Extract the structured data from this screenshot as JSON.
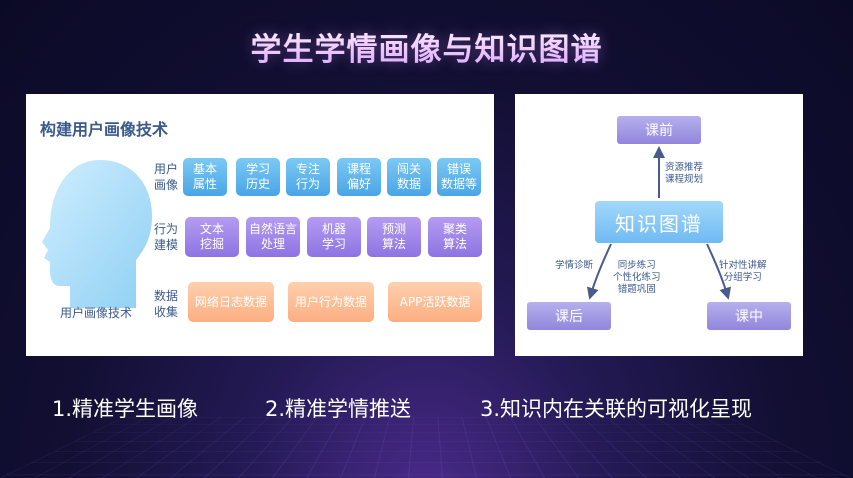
{
  "title": "学生学情画像与知识图谱",
  "left_panel": {
    "heading": "构建用户画像技术",
    "head_caption": "用户画像技术",
    "rows": [
      {
        "label": "用户\n画像",
        "items": [
          "基本\n属性",
          "学习\n历史",
          "专注\n行为",
          "课程\n偏好",
          "闯关\n数据",
          "错误\n数据等"
        ]
      },
      {
        "label": "行为\n建模",
        "items": [
          "文本\n挖掘",
          "自然语言\n处理",
          "机器\n学习",
          "预测\n算法",
          "聚类\n算法"
        ]
      },
      {
        "label": "数据\n收集",
        "items": [
          "网络日志数据",
          "用户行为数据",
          "APP活跃数据"
        ]
      }
    ]
  },
  "right_panel": {
    "before_class": "课前",
    "after_class": "课后",
    "in_class": "课中",
    "center": "知识图谱",
    "note_top": "资源推荐\n课程规划",
    "note_left": "学情诊断",
    "note_center": "同步练习\n个性化练习\n错题巩固",
    "note_right": "针对性讲解\n分组学习"
  },
  "bottom": [
    "1.精准学生画像",
    "2.精准学情推送",
    "3.知识内在关联的可视化呈现"
  ],
  "colors": {
    "accent_blue": "#4aa5e6",
    "accent_purple": "#8d74e2",
    "accent_orange": "#fcae82",
    "text_dark": "#3b5a8c"
  }
}
